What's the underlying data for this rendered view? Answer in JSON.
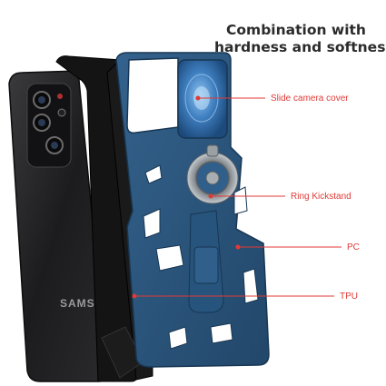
{
  "headline": {
    "line1": "Combination with",
    "line2": "hardness and softness"
  },
  "phone": {
    "brand_text": "SAMSUNG",
    "color": "#1e1e20"
  },
  "case": {
    "color": "#2b5378",
    "bumper_color": "#141414"
  },
  "callouts": [
    {
      "label": "Slide camera cover",
      "icon": "camera-slide-cover"
    },
    {
      "label": "Ring Kickstand",
      "icon": "ring-kickstand"
    },
    {
      "label": "PC",
      "icon": "hard-shell"
    },
    {
      "label": "TPU",
      "icon": "soft-bumper"
    }
  ],
  "accent_color": "#e03a36"
}
